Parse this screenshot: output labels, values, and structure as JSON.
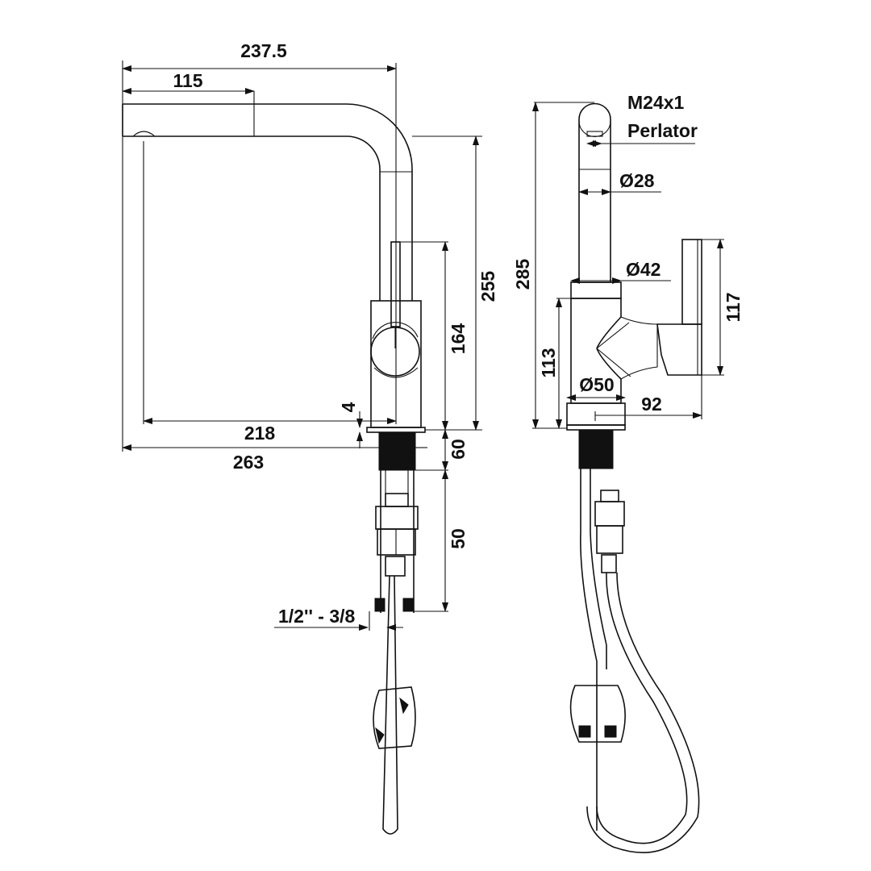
{
  "colors": {
    "line": "#111111",
    "background": "#ffffff"
  },
  "side_view": {
    "dim_overall_reach": "237.5",
    "dim_pullout": "115",
    "dim_spout_height": "255",
    "dim_lever_height": "164",
    "dim_spout_to_base": "218",
    "dim_overall_depth": "263",
    "dim_plate": "4",
    "dim_shank": "60",
    "dim_connector": "50",
    "dim_connection": "1/2'' - 3/8"
  },
  "front_view": {
    "aerator_thread": "M24x1",
    "aerator_name": "Perlator",
    "dim_spout_dia": "Ø28",
    "dim_neck_dia": "Ø42",
    "dim_base_dia": "Ø50",
    "dim_total_height": "285",
    "dim_body_height": "113",
    "dim_handle_height": "117",
    "dim_handle_reach": "92"
  }
}
